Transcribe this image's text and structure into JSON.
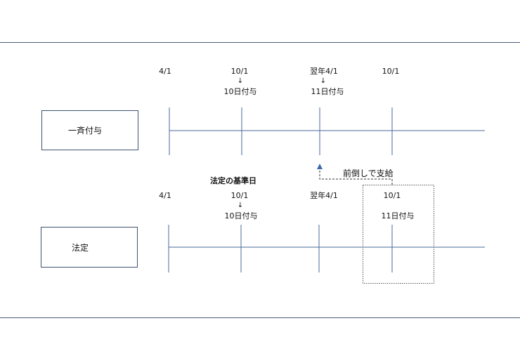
{
  "colors": {
    "line": "#4a6a9a",
    "border": "#3f5170",
    "arrow": "#3a68b0"
  },
  "top": {
    "label": "一斉付与",
    "dates": [
      "4/1",
      "10/1",
      "翌年4/1",
      "10/1"
    ],
    "grant_arrow": "↓",
    "grants": [
      "10日付与",
      "11日付与"
    ]
  },
  "bottom": {
    "title": "法定の基準日",
    "label": "法定",
    "dates": [
      "4/1",
      "10/1",
      "翌年4/1",
      "10/1"
    ],
    "grant_arrow": "↓",
    "grants": [
      "10日付与",
      "11日付与"
    ]
  },
  "note": "前倒しで支給"
}
